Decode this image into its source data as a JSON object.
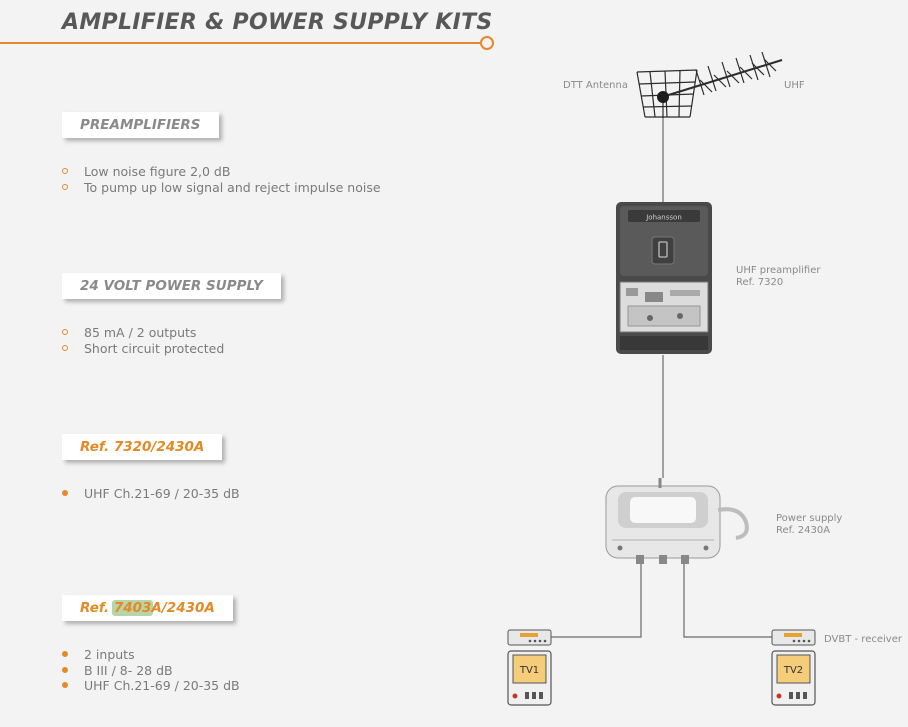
{
  "header": {
    "title": "AMPLIFIER & POWER SUPPLY KITS"
  },
  "sections": [
    {
      "tab": "PREAMPLIFIERS",
      "bullets": [
        "Low noise figure 2,0 dB",
        "To pump up low signal and reject impulse noise"
      ]
    },
    {
      "tab": "24 VOLT POWER SUPPLY",
      "bullets": [
        "85 mA / 2 outputs",
        "Short circuit protected"
      ]
    },
    {
      "tab": "Ref. 7320/2430A",
      "bullets": [
        "UHF Ch.21-69 / 20-35 dB"
      ]
    },
    {
      "tab_prefix": "Ref. ",
      "tab_highlight": "7403",
      "tab_suffix": "A/2430A",
      "bullets": [
        "2 inputs",
        "B III / 8- 28 dB",
        "UHF Ch.21-69 / 20-35 dB"
      ]
    }
  ],
  "diagram": {
    "antenna_label": "DTT Antenna",
    "antenna_band": "UHF",
    "amplifier_brand": "Johansson",
    "amplifier_label_line1": "UHF preamplifier",
    "amplifier_label_line2": "Ref. 7320",
    "psu_label_line1": "Power supply",
    "psu_label_line2": "Ref. 2430A",
    "receiver_label": "DVBT - receiver",
    "tv1_label": "TV1",
    "tv2_label": "TV2"
  },
  "colors": {
    "accent": "#e5882a",
    "highlight": "#b9d4a6",
    "text_gray": "#7a7a7a"
  }
}
